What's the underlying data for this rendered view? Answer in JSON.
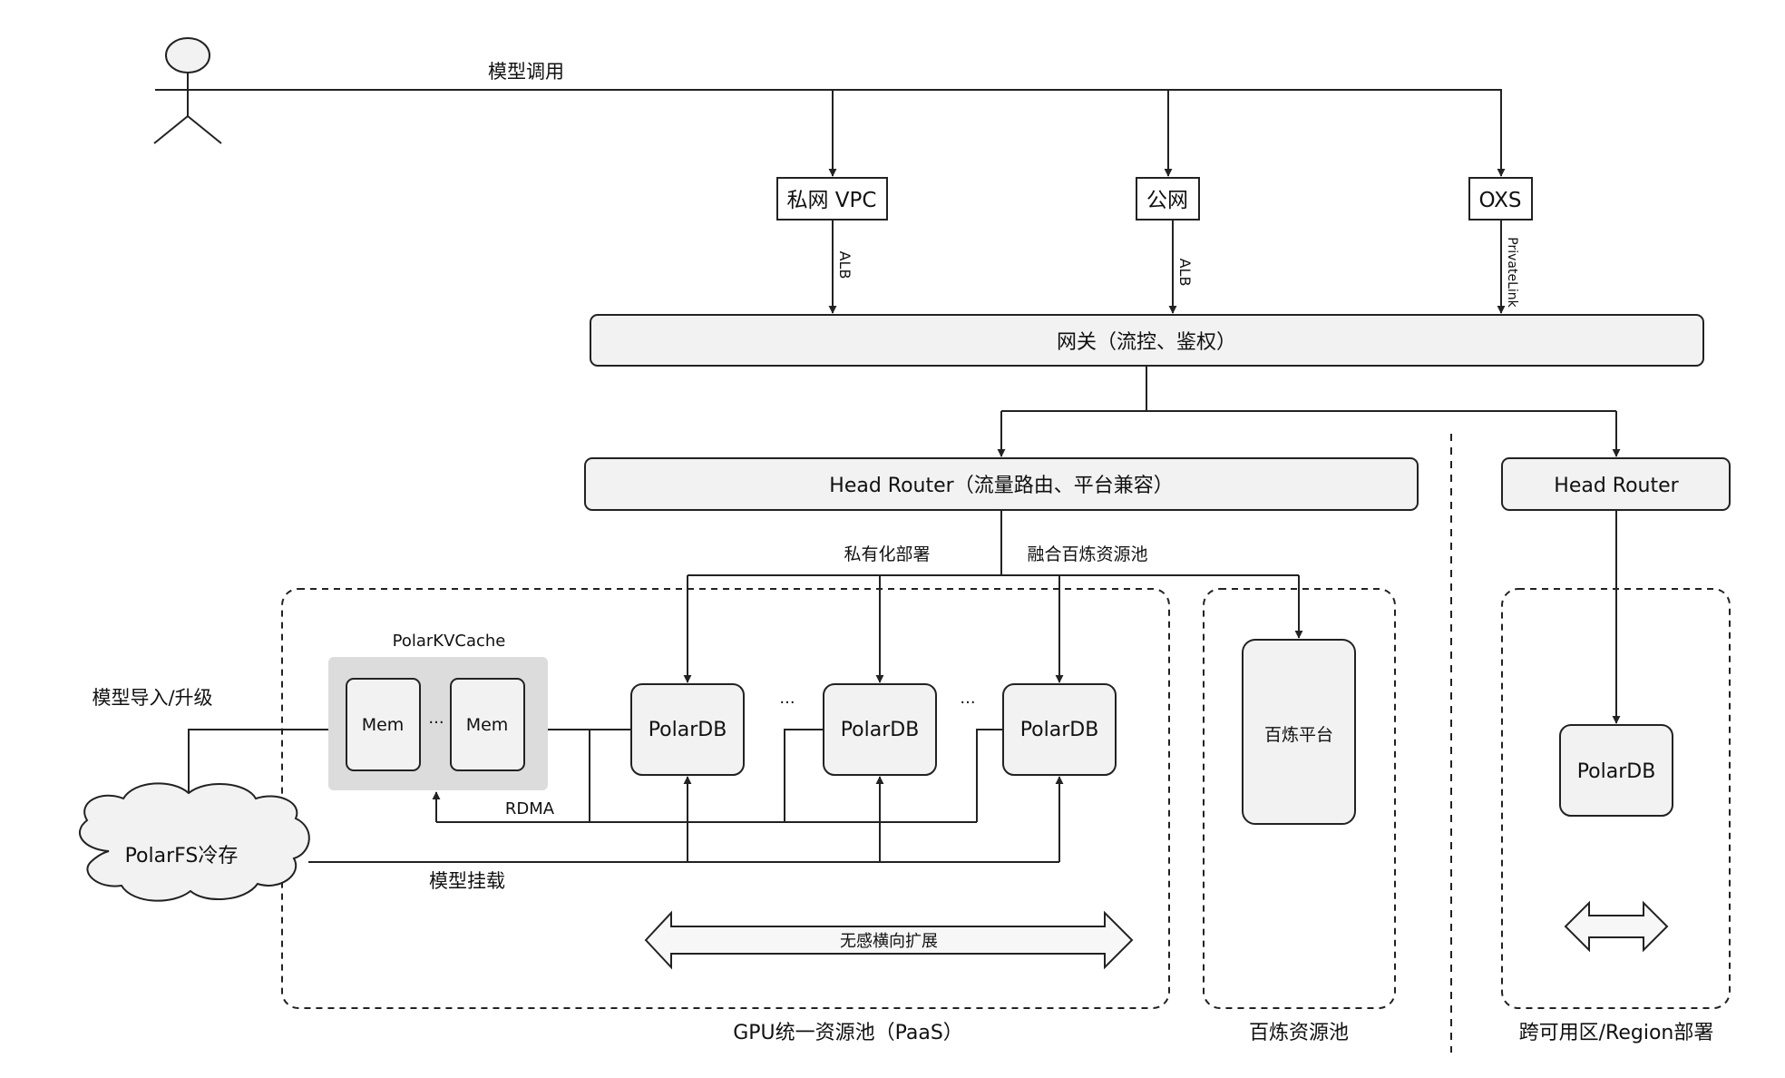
{
  "labels": {
    "model_invocation": "模型调用",
    "private_vpc": "私网 VPC",
    "public_net": "公网",
    "oxs": "OXS",
    "alb_1": "ALB",
    "alb_2": "ALB",
    "privatelink": "PrivateLink",
    "gateway": "网关（流控、鉴权）",
    "head_router_main": "Head Router（流量路由、平台兼容）",
    "head_router_region": "Head Router",
    "private_deploy": "私有化部署",
    "bailian_fusion": "融合百炼资源池",
    "polar_kvcache": "PolarKVCache",
    "mem_1": "Mem",
    "mem_2": "Mem",
    "ellipsis_mem": "···",
    "polardb_1": "PolarDB",
    "polardb_2": "PolarDB",
    "polardb_3": "PolarDB",
    "polardb_region": "PolarDB",
    "ellipsis_1": "···",
    "ellipsis_2": "···",
    "model_import": "模型导入/升级",
    "polarfs": "PolarFS冷存",
    "rdma": "RDMA",
    "model_mount": "模型挂载",
    "scale_out": "无感横向扩展",
    "bailian_platform": "百炼平台",
    "gpu_pool": "GPU统一资源池（PaaS）",
    "bailian_pool": "百炼资源池",
    "cross_region": "跨可用区/Region部署"
  },
  "colors": {
    "box_fill": "#f2f2f2",
    "kvcache_fill": "#dcdcdc",
    "stroke": "#222222"
  }
}
